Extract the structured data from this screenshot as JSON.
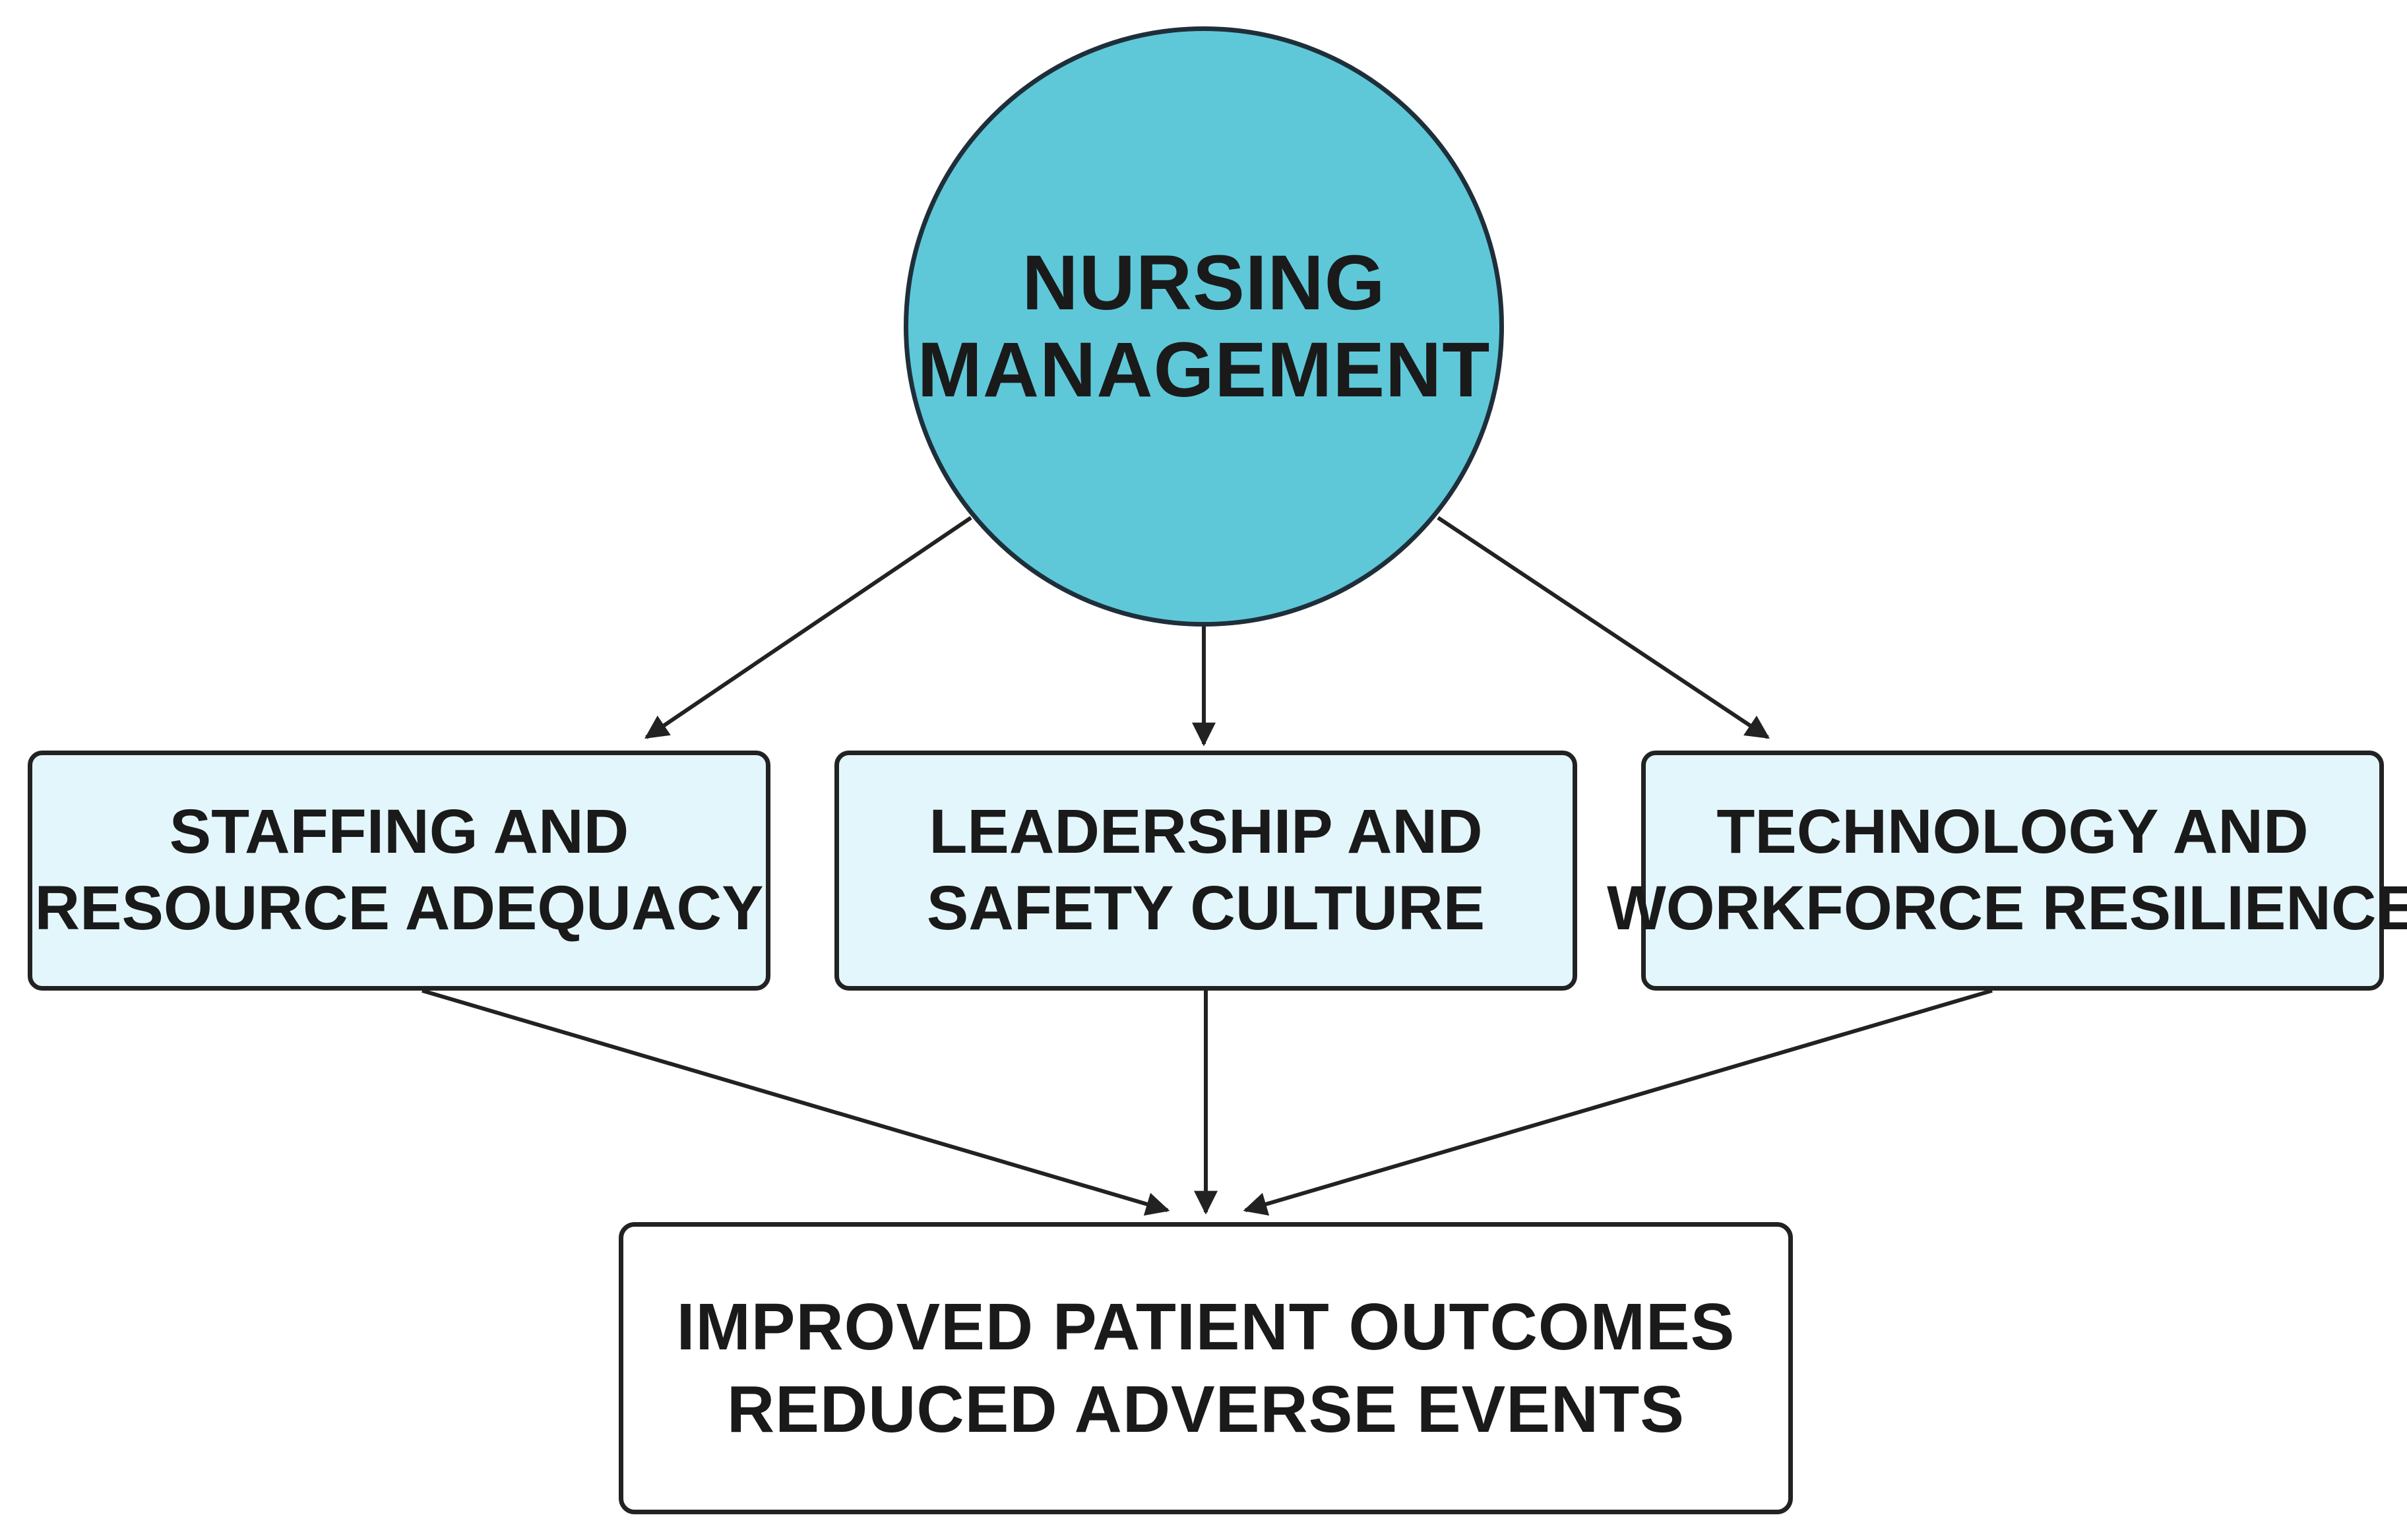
{
  "colors": {
    "hub_fill": "#5ec8d9",
    "factor_fill": "#e3f6fb",
    "outcome_fill": "#ffffff",
    "stroke": "#1f2f3a",
    "arrow": "#222222"
  },
  "hub": {
    "lines": [
      "NURSING",
      "MANAGEMENT"
    ]
  },
  "factors": [
    {
      "lines": [
        "STAFFING AND",
        "RESOURCE ADEQUACY"
      ]
    },
    {
      "lines": [
        "LEADERSHIP AND",
        "SAFETY CULTURE"
      ]
    },
    {
      "lines": [
        "TECHNOLOGY AND",
        "WORKFORCE RESILIENCE"
      ]
    }
  ],
  "outcome": {
    "lines": [
      "IMPROVED PATIENT OUTCOMES",
      "REDUCED ADVERSE EVENTS"
    ]
  }
}
